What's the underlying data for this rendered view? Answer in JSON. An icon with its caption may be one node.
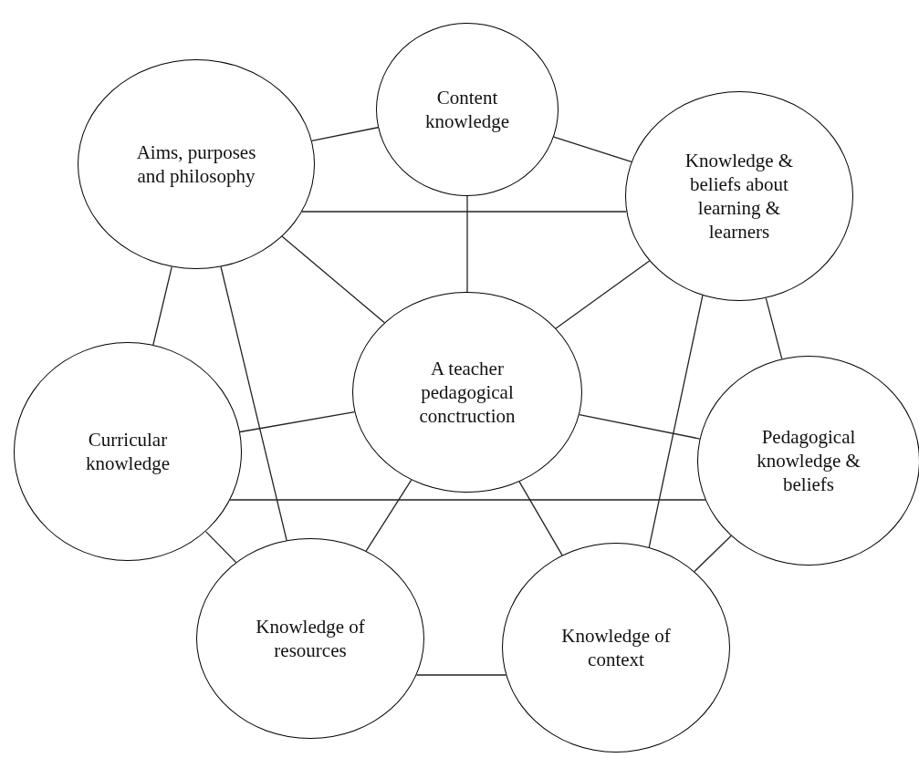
{
  "diagram": {
    "nodes": [
      {
        "text": [
          "Content knowledge"
        ]
      },
      {
        "text": [
          "Aims, purposes and philosophy"
        ]
      },
      {
        "text": [
          "Knowledge & beliefs about learning & learners"
        ]
      },
      {
        "text": [
          "A teacher pedagogical conctruction"
        ]
      },
      {
        "text": [
          "Curricular knowledge"
        ]
      },
      {
        "text": [
          "Pedagogical knowledge & beliefs"
        ]
      },
      {
        "text": [
          "Knowledge of resources"
        ]
      },
      {
        "text": [
          "Knowledge of context"
        ]
      }
    ],
    "edges": [
      {
        "from": 0,
        "to": 1,
        "arrow": "none"
      },
      {
        "from": 0,
        "to": 2,
        "arrow": "none"
      },
      {
        "from": 1,
        "to": 2,
        "arrow": "none"
      },
      {
        "from": 0,
        "to": 3,
        "arrow": "none"
      },
      {
        "from": 1,
        "to": 3,
        "arrow": "none"
      },
      {
        "from": 2,
        "to": 3,
        "arrow": "none"
      },
      {
        "from": 1,
        "to": 4,
        "arrow": "none"
      },
      {
        "from": 2,
        "to": 5,
        "arrow": "none"
      },
      {
        "from": 3,
        "to": 4,
        "arrow": "none"
      },
      {
        "from": 3,
        "to": 5,
        "arrow": "none"
      },
      {
        "from": 4,
        "to": 5,
        "arrow": "none"
      },
      {
        "from": 1,
        "to": 6,
        "arrow": "none"
      },
      {
        "from": 2,
        "to": 7,
        "arrow": "none"
      },
      {
        "from": 3,
        "to": 6,
        "arrow": "none"
      },
      {
        "from": 3,
        "to": 7,
        "arrow": "none"
      },
      {
        "from": 4,
        "to": 6,
        "arrow": "none"
      },
      {
        "from": 5,
        "to": 7,
        "arrow": "none"
      },
      {
        "from": 6,
        "to": 7,
        "arrow": "none"
      }
    ]
  }
}
